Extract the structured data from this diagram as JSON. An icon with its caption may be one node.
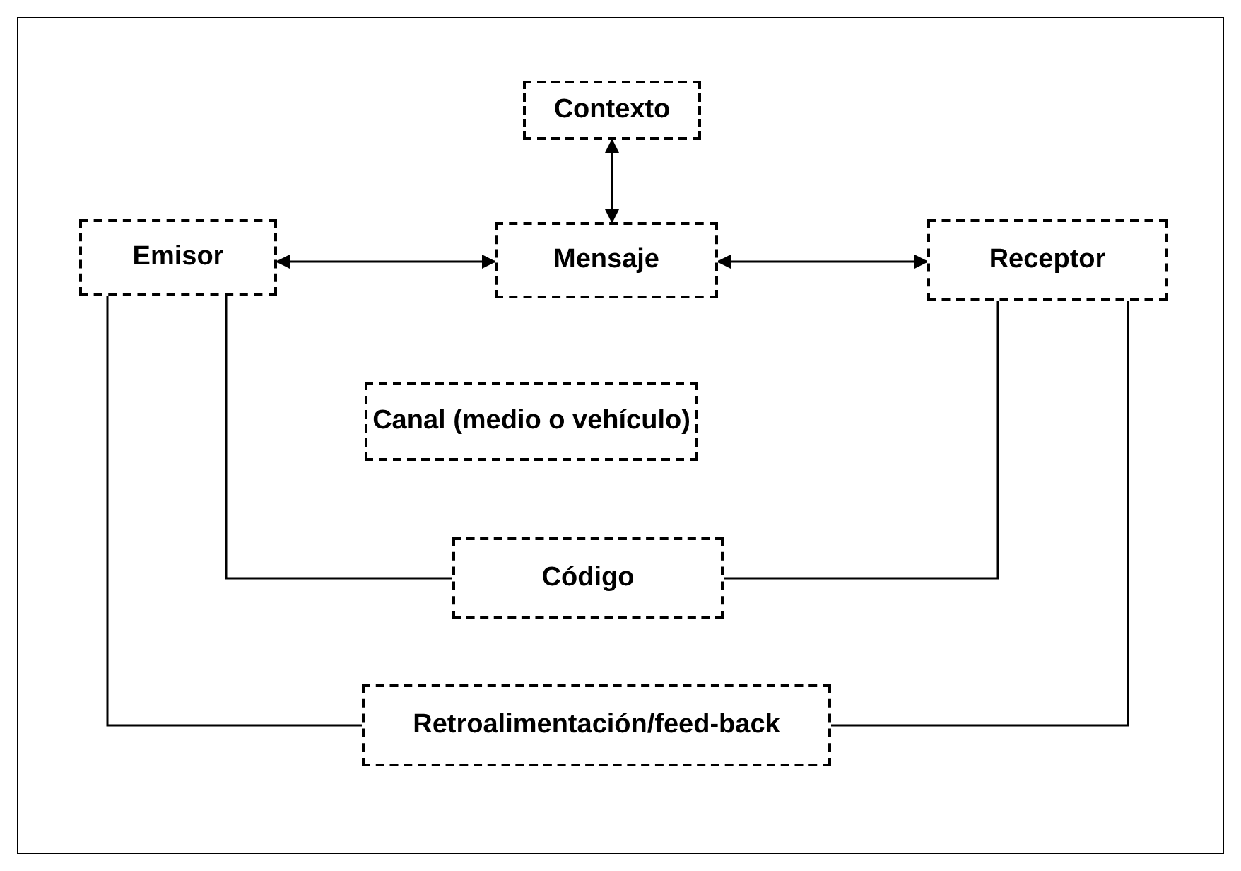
{
  "diagram": {
    "nodes": [
      {
        "text": [
          "Contexto"
        ]
      },
      {
        "text": [
          "Emisor"
        ]
      },
      {
        "text": [
          "Mensaje"
        ]
      },
      {
        "text": [
          "Receptor"
        ]
      },
      {
        "text": [
          "Canal (medio o vehículo)"
        ]
      },
      {
        "text": [
          "Código"
        ]
      },
      {
        "text": [
          "Retroalimentación/feed-back"
        ]
      }
    ],
    "edges": [
      {
        "from": 0,
        "to": 2,
        "arrow": "both"
      },
      {
        "from": 1,
        "to": 2,
        "arrow": "both"
      },
      {
        "from": 2,
        "to": 3,
        "arrow": "both"
      },
      {
        "from": 1,
        "to": 5,
        "arrow": "none"
      },
      {
        "from": 3,
        "to": 5,
        "arrow": "none"
      },
      {
        "from": 1,
        "to": 6,
        "arrow": "none"
      },
      {
        "from": 3,
        "to": 6,
        "arrow": "none"
      }
    ]
  }
}
